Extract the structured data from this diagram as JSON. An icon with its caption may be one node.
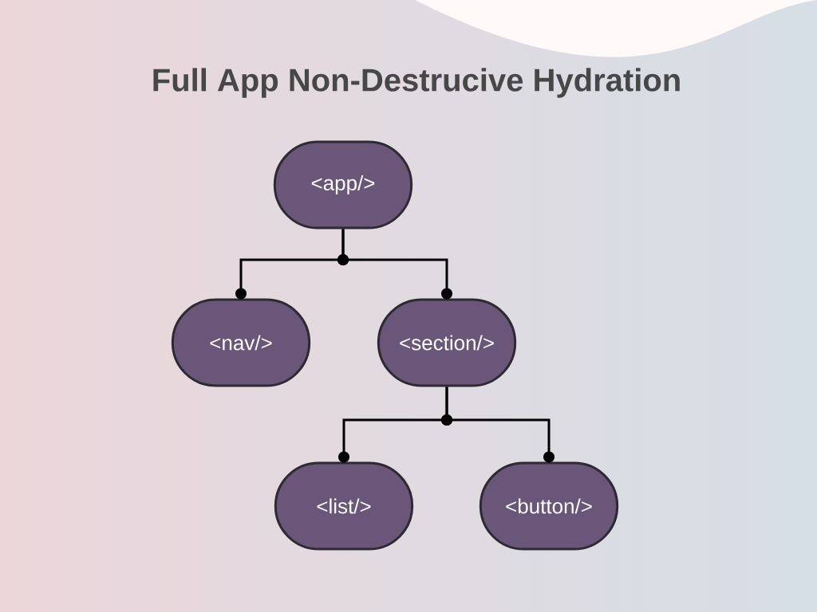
{
  "diagram": {
    "title": "Full App Non-Destrucive Hydration",
    "nodes": [
      {
        "text": [
          "<app/>"
        ]
      },
      {
        "text": [
          "<nav/>"
        ]
      },
      {
        "text": [
          "<section/>"
        ]
      },
      {
        "text": [
          "<list/>"
        ]
      },
      {
        "text": [
          "<button/>"
        ]
      }
    ],
    "edges": [
      {
        "from": 0,
        "to": 1,
        "arrow": "other"
      },
      {
        "from": 0,
        "to": 2,
        "arrow": "other"
      },
      {
        "from": 2,
        "to": 3,
        "arrow": "other"
      },
      {
        "from": 2,
        "to": 4,
        "arrow": "other"
      }
    ]
  }
}
